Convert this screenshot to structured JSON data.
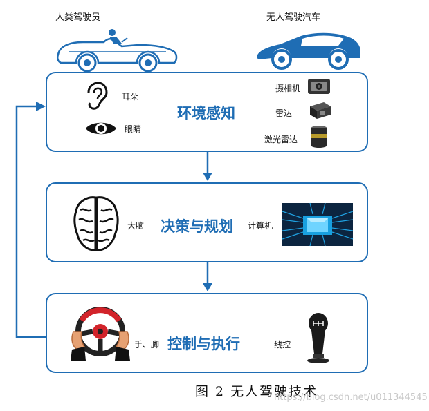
{
  "header": {
    "left_label": "人类驾驶员",
    "right_label": "无人驾驶汽车"
  },
  "stages": [
    {
      "title": "环境感知",
      "left_items": [
        "耳朵",
        "眼睛"
      ],
      "right_items": [
        "摄相机",
        "雷达",
        "激光雷达"
      ]
    },
    {
      "title": "决策与规划",
      "left_items": [
        "大脑"
      ],
      "right_items": [
        "计算机"
      ]
    },
    {
      "title": "控制与执行",
      "left_items": [
        "手、脚"
      ],
      "right_items": [
        "线控"
      ]
    }
  ],
  "caption": "图 2 无人驾驶技术",
  "watermark": "https://blog.csdn.net/u011344545",
  "colors": {
    "accent": "#1f6db4",
    "chip": "#18a0e0",
    "wheel_red": "#d2232a"
  }
}
